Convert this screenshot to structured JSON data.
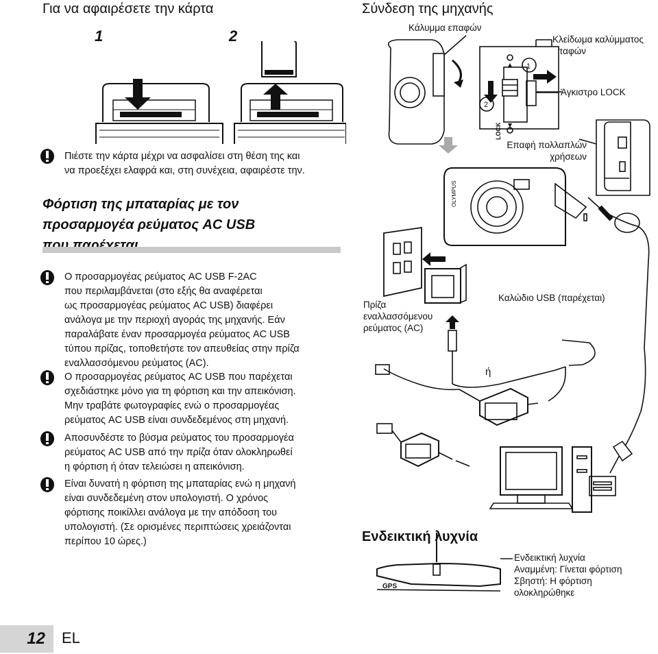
{
  "left_column": {
    "heading": "Για να αφαιρέσετε την κάρτα",
    "step_1": "1",
    "step_2": "2",
    "remove_note": [
      "Πιέστε την κάρτα μέχρι να ασφαλίσει στη θέση της και",
      "να προεξέχει ελαφρά και, στη συνέχεια, αφαιρέστε την."
    ],
    "section_title": [
      "Φόρτιση της μπαταρίας με τον",
      "προσαρμογέα ρεύματος AC USB",
      "που παρέχεται"
    ],
    "notes": [
      [
        "Ο προσαρμογέας ρεύματος AC USB F-2AC",
        "που περιλαμβάνεται (στο εξής θα αναφέρεται",
        "ως προσαρμογέας ρεύματος AC USB) διαφέρει",
        "ανάλογα με την περιοχή αγοράς της μηχανής. Εάν",
        "παραλάβατε έναν προσαρμογέα ρεύματος AC USB",
        "τύπου πρίζας, τοποθετήστε τον απευθείας στην πρίζα",
        "εναλλασσόμενου ρεύματος (AC)."
      ],
      [
        "Ο προσαρμογέας ρεύματος AC USB που παρέχεται",
        "σχεδιάστηκε μόνο για τη φόρτιση και την απεικόνιση.",
        "Μην τραβάτε φωτογραφίες ενώ ο προσαρμογέας",
        "ρεύματος AC USB είναι συνδεδεμένος στη μηχανή."
      ],
      [
        "Αποσυνδέστε το βύσμα ρεύματος του προσαρμογέα",
        "ρεύματος AC USB από την πρίζα όταν ολοκληρωθεί",
        "η φόρτιση ή όταν τελειώσει η απεικόνιση."
      ],
      [
        "Είναι δυνατή η φόρτιση της μπαταρίας ενώ η μηχανή",
        "είναι συνδεδεμένη στον υπολογιστή. Ο χρόνος",
        "φόρτισης ποικίλλει ανάλογα με την απόδοση του",
        "υπολογιστή. (Σε ορισμένες περιπτώσεις χρειάζονται",
        "περίπου 10 ώρες.)"
      ]
    ]
  },
  "right_column": {
    "heading": "Σύνδεση της μηχανής",
    "label_cover": "Κάλυμμα επαφών",
    "label_cover_lock": [
      "Κλείδωμα καλύμματος",
      "επαφών"
    ],
    "label_lock_hook": "Άγκιστρο LOCK",
    "label_multi": [
      "Επαφή πολλαπλών",
      "χρήσεων"
    ],
    "label_outlet": [
      "Πρίζα",
      "εναλλασσόμενου",
      "ρεύματος (AC)"
    ],
    "label_usb_cable": "Καλώδιο USB (παρέχεται)",
    "label_or": "ή",
    "indicator_heading": "Ενδεικτική λυχνία",
    "indicator_notes": [
      "Ενδεικτική λυχνία",
      "Αναμμένη: Γίνεται φόρτιση",
      "Σβηστή: Η φόρτιση",
      "ολοκληρώθηκε"
    ],
    "lock_text": "LOCK",
    "olympus_text": "OLYMPUS",
    "gps_text": "GPS",
    "circle_1": "1",
    "circle_2": "2"
  },
  "footer": {
    "page_number": "12",
    "language": "EL"
  }
}
